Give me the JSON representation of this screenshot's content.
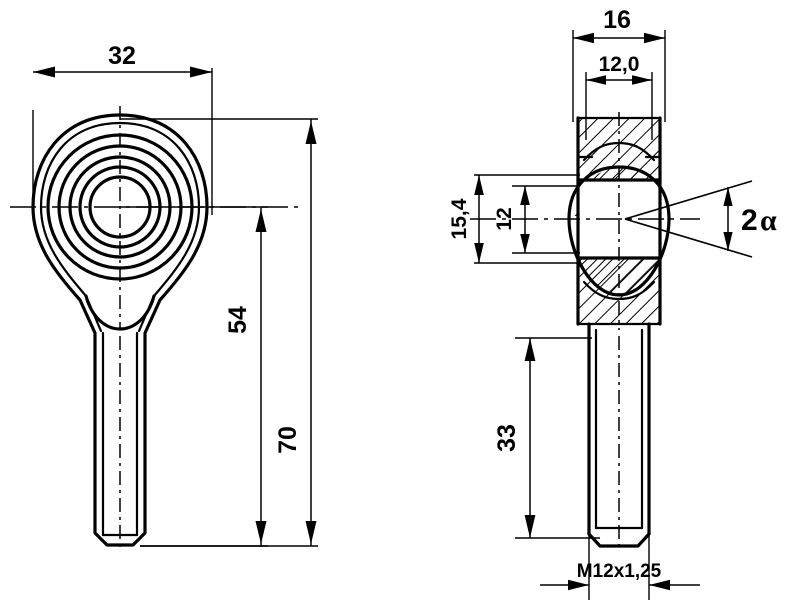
{
  "drawing": {
    "title": "Rod end bearing dimensional drawing",
    "background_color": "#ffffff",
    "line_color": "#000000",
    "views": {
      "left": {
        "name": "front-view",
        "description": "Front elevation of rod end showing concentric bore circles and tapered body with threaded shank"
      },
      "right": {
        "name": "side-view",
        "description": "Side section view of rod end showing hatched housing, spherical ball bearing, bore and threaded shank"
      }
    }
  },
  "dimensions": {
    "width_head": "32",
    "center_to_end": "54",
    "overall_length": "70",
    "housing_width": "16",
    "bore_width": "12,0",
    "housing_height": "15,4",
    "bore_diameter": "12",
    "thread_length": "33",
    "thread_spec": "M12x1,25",
    "angle_label": "2",
    "angle_symbol": "α"
  },
  "labels": [
    {
      "id": "dim-32",
      "text": "32",
      "orientation": "horizontal",
      "view": "left"
    },
    {
      "id": "dim-54",
      "text": "54",
      "orientation": "vertical",
      "view": "left"
    },
    {
      "id": "dim-70",
      "text": "70",
      "orientation": "vertical",
      "view": "left"
    },
    {
      "id": "dim-16",
      "text": "16",
      "orientation": "horizontal",
      "view": "right"
    },
    {
      "id": "dim-12-0",
      "text": "12,0",
      "orientation": "horizontal",
      "view": "right"
    },
    {
      "id": "dim-15-4",
      "text": "15,4",
      "orientation": "vertical",
      "view": "right"
    },
    {
      "id": "dim-12",
      "text": "12",
      "orientation": "vertical",
      "view": "right"
    },
    {
      "id": "dim-33",
      "text": "33",
      "orientation": "vertical",
      "view": "right"
    },
    {
      "id": "dim-thread",
      "text": "M12x1,25",
      "orientation": "horizontal",
      "view": "right"
    },
    {
      "id": "dim-angle",
      "text": "2α",
      "orientation": "horizontal",
      "view": "right"
    }
  ]
}
